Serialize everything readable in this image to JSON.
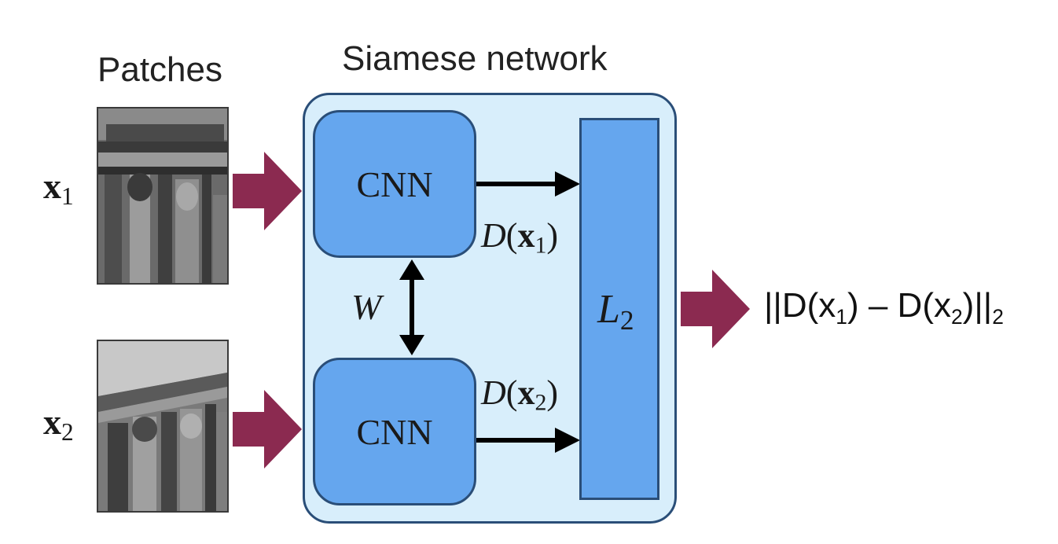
{
  "labels": {
    "patches_title": "Patches",
    "siamese_title": "Siamese network",
    "input_1": {
      "base": "x",
      "subscript": "1"
    },
    "input_2": {
      "base": "x",
      "subscript": "2"
    },
    "cnn_top": "CNN",
    "cnn_bottom": "CNN",
    "shared_weights": "W",
    "feature_1": {
      "fn": "D",
      "arg": "x",
      "subscript": "1"
    },
    "feature_2": {
      "fn": "D",
      "arg": "x",
      "subscript": "2"
    },
    "distance_block": {
      "base": "L",
      "subscript": "2"
    },
    "output": {
      "part1": "||D(x",
      "sub1": "1",
      "part2": ") – D(x",
      "sub2": "2",
      "part3": ")||",
      "sub3": "2"
    }
  },
  "colors": {
    "container_fill": "#d8eefb",
    "block_fill": "#65a6ee",
    "block_border": "#2a4e78",
    "input_arrow": "#8b2a50",
    "flow_arrow": "#000000"
  },
  "icons": {
    "patch_1": "grayscale-image-patch",
    "patch_2": "grayscale-image-patch",
    "input_arrow_1": "block-arrow-right-icon",
    "input_arrow_2": "block-arrow-right-icon",
    "output_arrow": "block-arrow-right-icon",
    "weight_sharing": "double-arrow-vertical-icon"
  }
}
